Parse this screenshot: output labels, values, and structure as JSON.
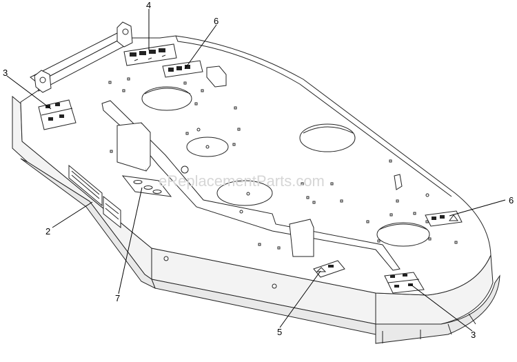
{
  "watermark": "eReplacementParts.com",
  "callouts": [
    {
      "id": "c4",
      "label": "4"
    },
    {
      "id": "c6a",
      "label": "6"
    },
    {
      "id": "c3a",
      "label": "3"
    },
    {
      "id": "c6b",
      "label": "6"
    },
    {
      "id": "c2",
      "label": "2"
    },
    {
      "id": "c7",
      "label": "7"
    },
    {
      "id": "c5",
      "label": "5"
    },
    {
      "id": "c3b",
      "label": "3"
    }
  ],
  "colors": {
    "line": "#222222",
    "watermark": "#d6d6d6",
    "background": "#ffffff"
  }
}
